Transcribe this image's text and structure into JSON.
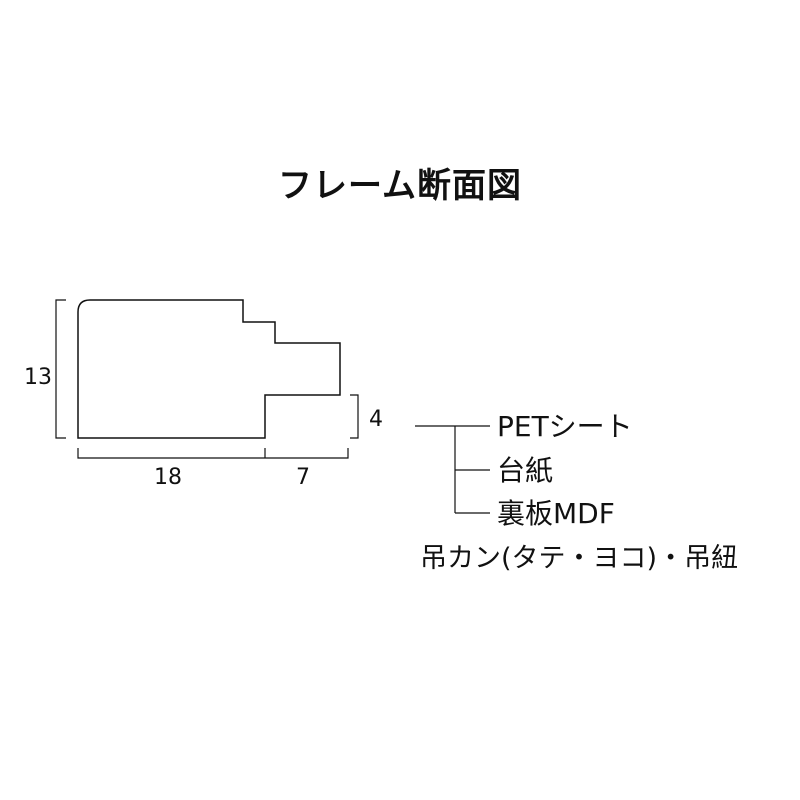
{
  "title": "フレーム断面図",
  "dimensions": {
    "height": "13",
    "width_main": "18",
    "width_step": "7",
    "back_depth": "4"
  },
  "parts": [
    {
      "label": "PETシート"
    },
    {
      "label": "台紙"
    },
    {
      "label": "裏板MDF"
    },
    {
      "label": "吊カン(タテ・ヨコ)・吊紐"
    }
  ],
  "colors": {
    "line": "#111111",
    "text": "#111111",
    "background": "#ffffff"
  }
}
